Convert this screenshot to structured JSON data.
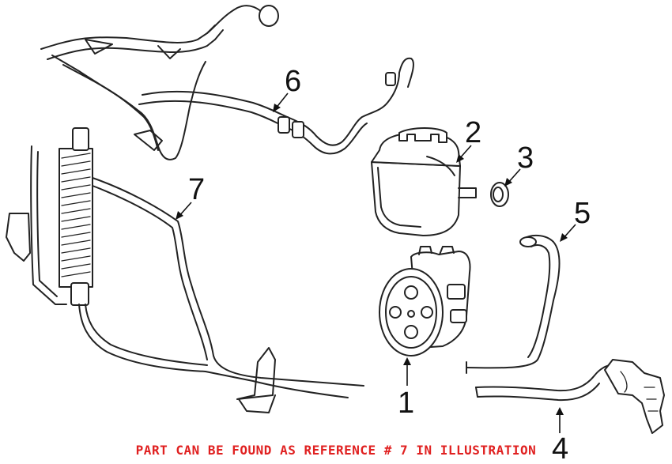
{
  "callouts": {
    "c1": "1",
    "c2": "2",
    "c3": "3",
    "c4": "4",
    "c5": "5",
    "c6": "6",
    "c7": "7"
  },
  "banner": {
    "text": "PART CAN BE FOUND AS REFERENCE # 7 IN ILLUSTRATION",
    "color": "#e02020"
  },
  "colors": {
    "line": "#222222",
    "background": "#ffffff"
  }
}
